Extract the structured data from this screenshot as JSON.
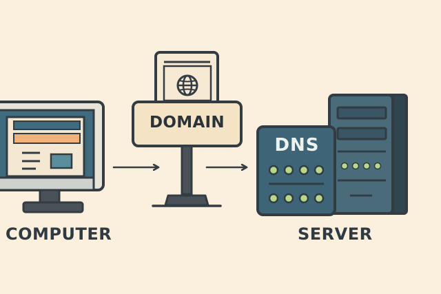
{
  "labels": {
    "computer": "COMPUTER",
    "domain": "DOMAIN",
    "dns": "DNS",
    "server": "SERVER"
  },
  "icons": {
    "computer": "monitor-icon",
    "domain": "signpost-icon",
    "globe": "globe-icon",
    "dns": "dns-server-icon",
    "server": "server-rack-icon",
    "arrow": "arrow-right-icon"
  },
  "colors": {
    "background": "#fbf0de",
    "outline": "#333c43",
    "screen_blue": "#3f6b7e",
    "screen_orange": "#f0b27a",
    "sign_fill": "#f4e3c4",
    "dns_fill": "#3d6577",
    "server_fill": "#4a6b7a",
    "led_green": "#b6d98c"
  }
}
